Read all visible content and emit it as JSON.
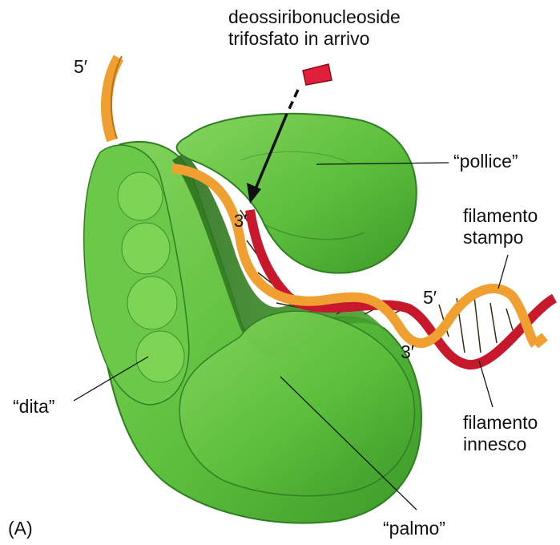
{
  "panel_label": "(A)",
  "labels": {
    "incoming": [
      "deossiribonucleoside",
      "trifosfato in arrivo"
    ],
    "thumb": "“pollice”",
    "template_strand": [
      "filamento",
      "stampo"
    ],
    "primer_strand": [
      "filamento",
      "innesco"
    ],
    "fingers": "“dita”",
    "palm": "“palmo”",
    "five_prime": "5′",
    "three_prime": "3′"
  },
  "colors": {
    "protein": "#5cbf3c",
    "protein_dark": "#2f7f22",
    "template": "#f0a030",
    "primer": "#c8182c",
    "nucleotide": "#e0203a"
  }
}
